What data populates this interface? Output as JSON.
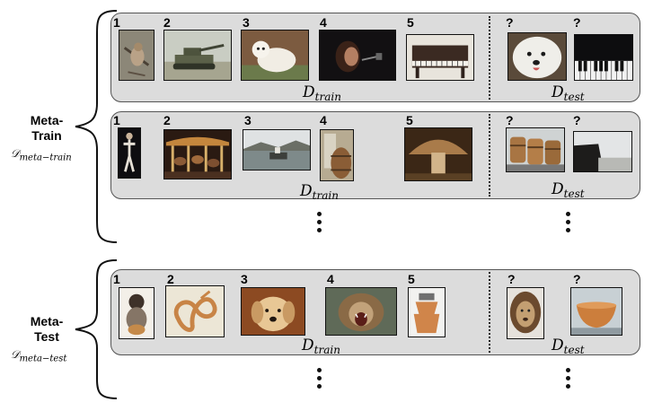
{
  "sections": [
    {
      "title_line1": "Meta-",
      "title_line2": "Train",
      "dataset": "𝒟",
      "dataset_sub": "meta−train"
    },
    {
      "title_line1": "Meta-",
      "title_line2": "Test",
      "dataset": "𝒟",
      "dataset_sub": "meta−test"
    }
  ],
  "train_label": {
    "main": "D",
    "sub": "train"
  },
  "test_label": {
    "main": "D",
    "sub": "test"
  },
  "train_numbers": [
    "1",
    "2",
    "3",
    "4",
    "5"
  ],
  "test_marker": "?",
  "episodes": [
    {
      "train_images": [
        "bird",
        "tank",
        "white-dog",
        "singer",
        "piano"
      ],
      "test_images": [
        "white-dog-closeup",
        "piano-keys"
      ]
    },
    {
      "train_images": [
        "gymnast",
        "carousel",
        "harbor",
        "barrel",
        "mushroom"
      ],
      "test_images": [
        "barrels",
        "cliff"
      ]
    },
    {
      "train_images": [
        "girl-with-dog",
        "pretzel-drawing",
        "golden-retriever",
        "roaring-lion",
        "clay-pot"
      ],
      "test_images": [
        "lion-face",
        "bowl"
      ]
    }
  ]
}
